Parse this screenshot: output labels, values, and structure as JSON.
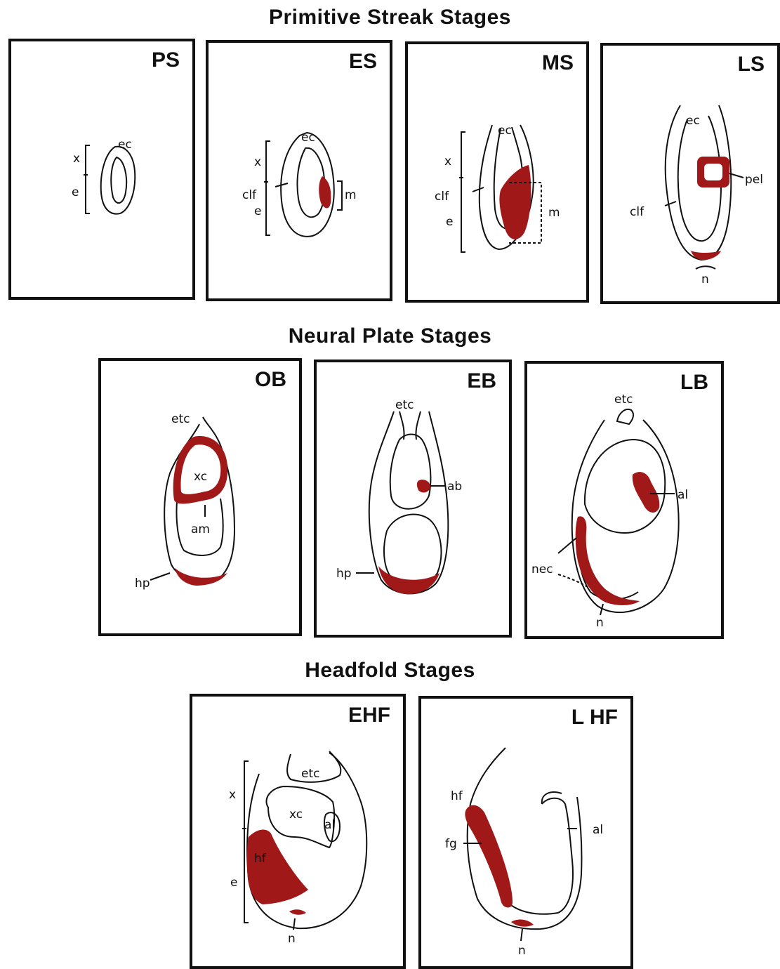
{
  "headings": {
    "primitive_streak": "Primitive Streak Stages",
    "neural_plate": "Neural Plate Stages",
    "headfold": "Headfold Stages"
  },
  "colors": {
    "marker": "#a01818",
    "ink": "#111111",
    "background": "#ffffff"
  },
  "panels": {
    "PS": {
      "stage": "PS",
      "labels": {
        "x": "x",
        "e": "e",
        "ec": "ec"
      }
    },
    "ES": {
      "stage": "ES",
      "labels": {
        "x": "x",
        "e": "e",
        "ec": "ec",
        "clf": "clf",
        "m": "m"
      }
    },
    "MS": {
      "stage": "MS",
      "labels": {
        "x": "x",
        "e": "e",
        "ec": "ec",
        "clf": "clf",
        "m": "m"
      }
    },
    "LS": {
      "stage": "LS",
      "labels": {
        "ec": "ec",
        "clf": "clf",
        "pel": "pel",
        "n": "n"
      }
    },
    "OB": {
      "stage": "OB",
      "labels": {
        "etc": "etc",
        "xc": "xc",
        "am": "am",
        "hp": "hp"
      }
    },
    "EB": {
      "stage": "EB",
      "labels": {
        "etc": "etc",
        "ab": "ab",
        "hp": "hp"
      }
    },
    "LB": {
      "stage": "LB",
      "labels": {
        "etc": "etc",
        "al": "al",
        "nec": "nec",
        "n": "n"
      }
    },
    "EHF": {
      "stage": "EHF",
      "labels": {
        "x": "x",
        "e": "e",
        "etc": "etc",
        "xc": "xc",
        "al": "al",
        "hf": "hf",
        "n": "n"
      }
    },
    "LHF": {
      "stage": "L HF",
      "labels": {
        "hf": "hf",
        "fg": "fg",
        "al": "al",
        "n": "n"
      }
    }
  }
}
